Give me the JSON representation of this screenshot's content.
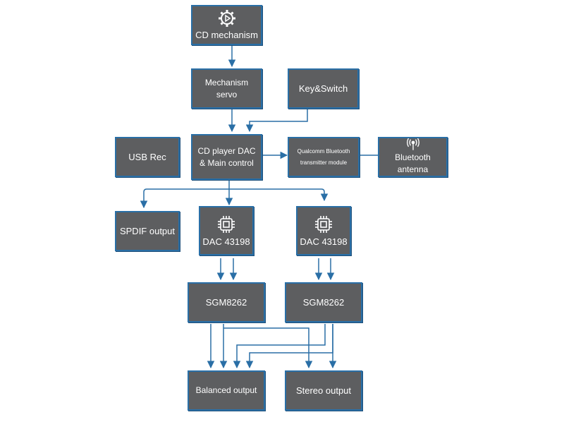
{
  "diagram": {
    "blocks": {
      "cd_mechanism": "CD mechanism",
      "mechanism_servo": "Mechanism\nservo",
      "key_switch": "Key&Switch",
      "usb_rec": "USB Rec",
      "main_control": "CD player DAC\n& Main control",
      "bt_module": "Qualcomm Bluetooth\ntransmitter module",
      "bt_antenna": "Bluetooth antenna",
      "spdif": "SPDIF output",
      "dac_left": "DAC 43198",
      "dac_right": "DAC 43198",
      "sgm_left": "SGM8262",
      "sgm_right": "SGM8262",
      "balanced": "Balanced output",
      "stereo": "Stereo output"
    },
    "icons": {
      "cd_mechanism": "gear-play-icon",
      "bt_antenna": "antenna-icon",
      "dac": "chip-icon"
    },
    "colors": {
      "box_fill": "#5d5e60",
      "box_border": "#2a6fa6",
      "wire": "#2a6fa6",
      "text": "#ffffff"
    }
  }
}
